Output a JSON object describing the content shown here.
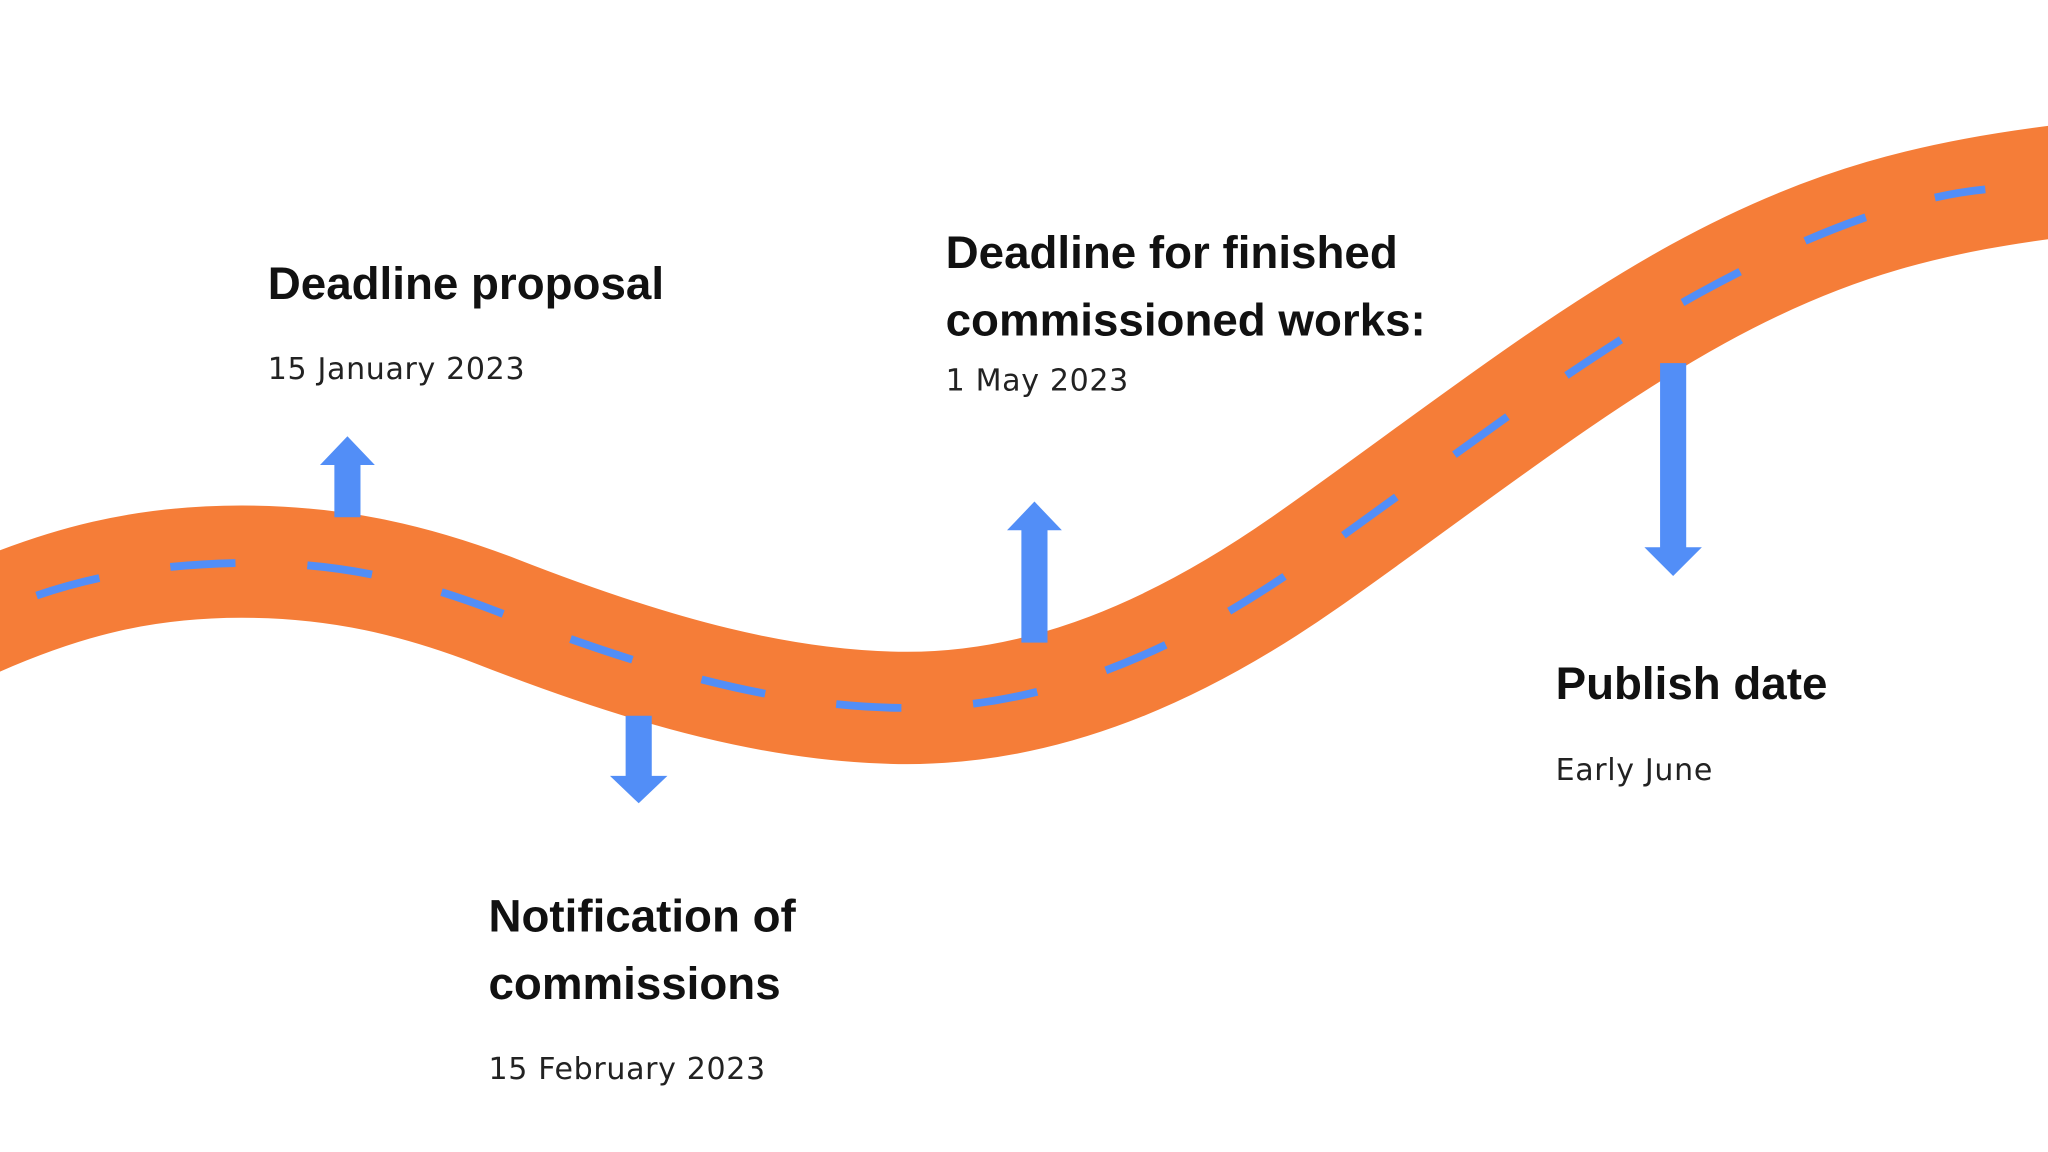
{
  "colors": {
    "road": "#F57D38",
    "accent": "#528EF7",
    "text": "#111111"
  },
  "milestones": [
    {
      "title": "Deadline proposal",
      "date": "15 January 2023",
      "arrow": "up"
    },
    {
      "title_line1": "Notification of",
      "title_line2": "commissions",
      "date": "15 February 2023",
      "arrow": "down"
    },
    {
      "title_line1": "Deadline for finished",
      "title_line2": "commissioned works:",
      "date": "1 May 2023",
      "arrow": "up"
    },
    {
      "title": "Publish date",
      "date": "Early June",
      "arrow": "down"
    }
  ]
}
